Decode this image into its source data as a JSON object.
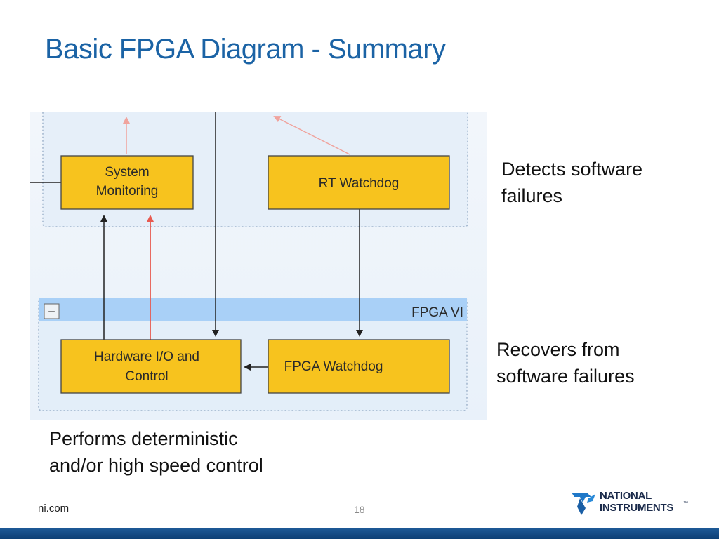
{
  "slide": {
    "title": "Basic FPGA Diagram - Summary",
    "footer_url": "ni.com",
    "page_number": "18"
  },
  "diagram": {
    "fpga_panel_title": "FPGA VI",
    "collapse_symbol": "−",
    "boxes": {
      "system_monitoring": {
        "line1": "System",
        "line2": "Monitoring"
      },
      "rt_watchdog": {
        "line1": "RT Watchdog"
      },
      "hardware_io": {
        "line1": "Hardware I/O and",
        "line2": "Control"
      },
      "fpga_watchdog": {
        "line1": "FPGA Watchdog"
      }
    },
    "colors": {
      "box_fill": "#f7c31e",
      "box_border": "#444444",
      "red_wire": "#e85a50",
      "black_wire": "#222222",
      "panel_header": "#a9d0f7"
    }
  },
  "annotations": {
    "rt_watchdog": [
      "Detects software",
      "failures"
    ],
    "fpga_watchdog": [
      "Recovers from",
      "software failures"
    ],
    "hardware_io": [
      "Performs deterministic",
      "and/or high speed control"
    ]
  },
  "logo": {
    "line1": "NATIONAL",
    "line2": "INSTRUMENTS",
    "trademark": "™",
    "icon": "eagle-logo-icon"
  }
}
